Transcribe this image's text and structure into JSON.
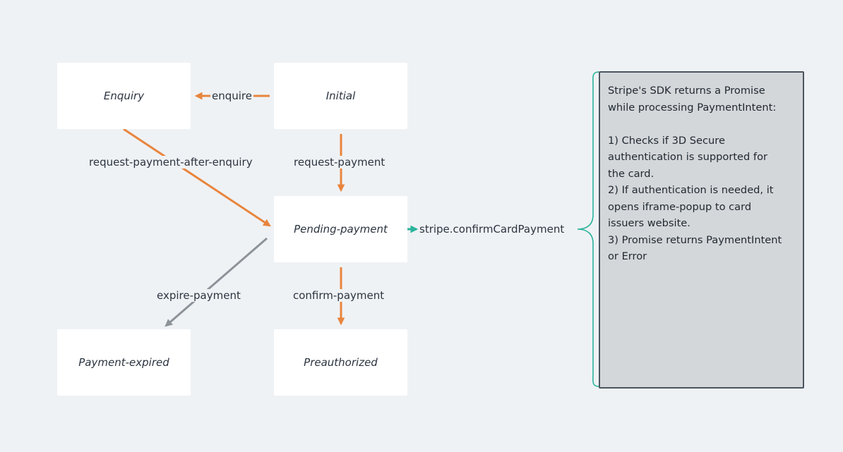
{
  "colors": {
    "background": "#eff2f5",
    "transition": "#e8853d",
    "expire": "#8c9399",
    "sdk": "#2ab39b",
    "note_fill": "#d4d7da",
    "note_border": "#4a5560"
  },
  "states": {
    "enquiry": "Enquiry",
    "initial": "Initial",
    "pending_payment": "Pending-payment",
    "payment_expired": "Payment-expired",
    "preauthorized": "Preauthorized"
  },
  "transitions": {
    "enquire": "enquire",
    "request_payment_after_enquiry": "request-payment-after-enquiry",
    "request_payment": "request-payment",
    "expire_payment": "expire-payment",
    "confirm_payment": "confirm-payment",
    "stripe_confirm": "stripe.confirmCardPayment"
  },
  "note": {
    "lines": [
      "Stripe's SDK returns a Promise",
      "while processing PaymentIntent:",
      "",
      "1) Checks if 3D Secure",
      "authentication is supported for",
      "the card.",
      "2) If authentication is needed, it",
      "opens iframe-popup to card",
      "issuers website.",
      "3) Promise returns PaymentIntent",
      "or Error"
    ]
  }
}
